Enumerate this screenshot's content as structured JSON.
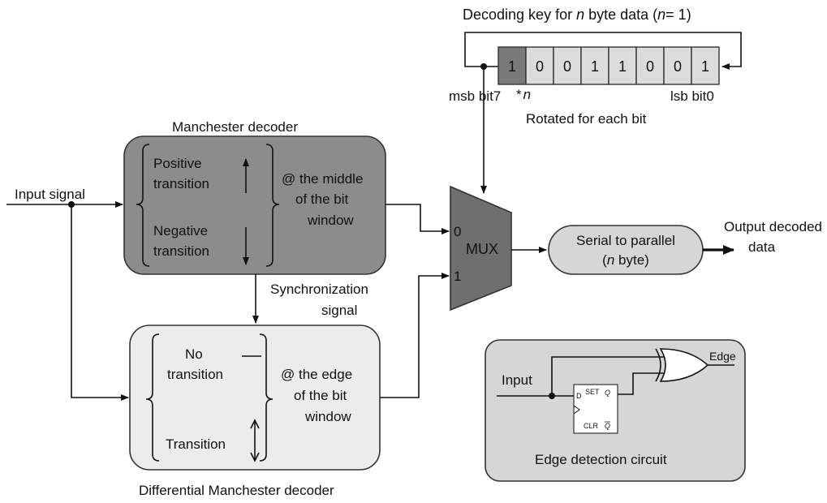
{
  "key": {
    "title_prefix": "Decoding key for ",
    "title_n": "n",
    "title_mid": " byte data (",
    "title_n2": "n",
    "title_suffix": "= 1)",
    "bits": [
      "1",
      "0",
      "0",
      "1",
      "1",
      "0",
      "0",
      "1"
    ],
    "msb_label": "msb bit7",
    "star_label": "*",
    "star_n": "n",
    "lsb_label": "lsb bit0",
    "rotated_label": "Rotated for each bit"
  },
  "manchester": {
    "title": "Manchester decoder",
    "positive_1": "Positive",
    "positive_2": "transition",
    "negative_1": "Negative",
    "negative_2": "transition",
    "where_1": "@ the middle",
    "where_2": "of the bit",
    "where_3": "window"
  },
  "input_label": "Input signal",
  "sync_1": "Synchronization",
  "sync_2": "signal",
  "differential": {
    "title": "Differential Manchester decoder",
    "no_1": "No",
    "no_2": "transition",
    "transition": "Transition",
    "where_1": "@ the edge",
    "where_2": "of the bit",
    "where_3": "window"
  },
  "mux": {
    "label": "MUX",
    "in0": "0",
    "in1": "1"
  },
  "serial": {
    "line1": "Serial to parallel",
    "line2_open": "(",
    "line2_n": "n",
    "line2_rest": " byte)"
  },
  "output": {
    "line1": "Output decoded",
    "line2": "data"
  },
  "edge_circuit": {
    "input": "Input",
    "output": "Edge",
    "caption": "Edge detection circuit",
    "ff_d": "D",
    "ff_set": "SET",
    "ff_q": "Q",
    "ff_clr": "CLR",
    "ff_qbar": "Q"
  }
}
